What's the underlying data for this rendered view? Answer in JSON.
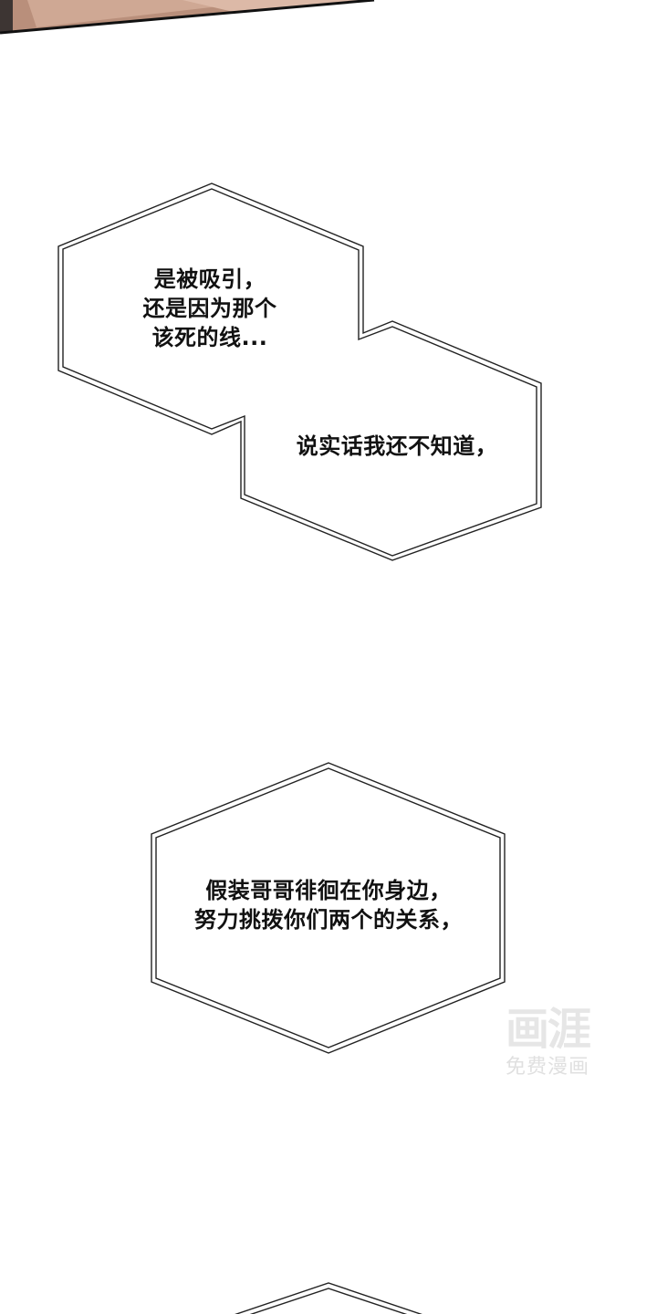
{
  "page": {
    "type": "webcomic-strip",
    "background": "#ffffff"
  },
  "top_panel": {
    "description": "bottom edge of previous illustrated panel",
    "colors": [
      "#b58c78",
      "#d9b5a3",
      "#3a3432"
    ]
  },
  "bubbles": [
    {
      "id": "bubble-1a",
      "lines": [
        "是被吸引，",
        "还是因为那个",
        "该死的线..."
      ]
    },
    {
      "id": "bubble-1b",
      "lines": [
        "说实话我还不知道，"
      ]
    },
    {
      "id": "bubble-2",
      "lines": [
        "假装哥哥徘徊在你身边，",
        "努力挑拨你们两个的关系，"
      ]
    }
  ],
  "watermark": {
    "logo": "画涯",
    "subtitle": "免费漫画"
  },
  "colors": {
    "bubble_outline": "#222222",
    "text": "#111111",
    "watermark": "#e4e4e4"
  }
}
